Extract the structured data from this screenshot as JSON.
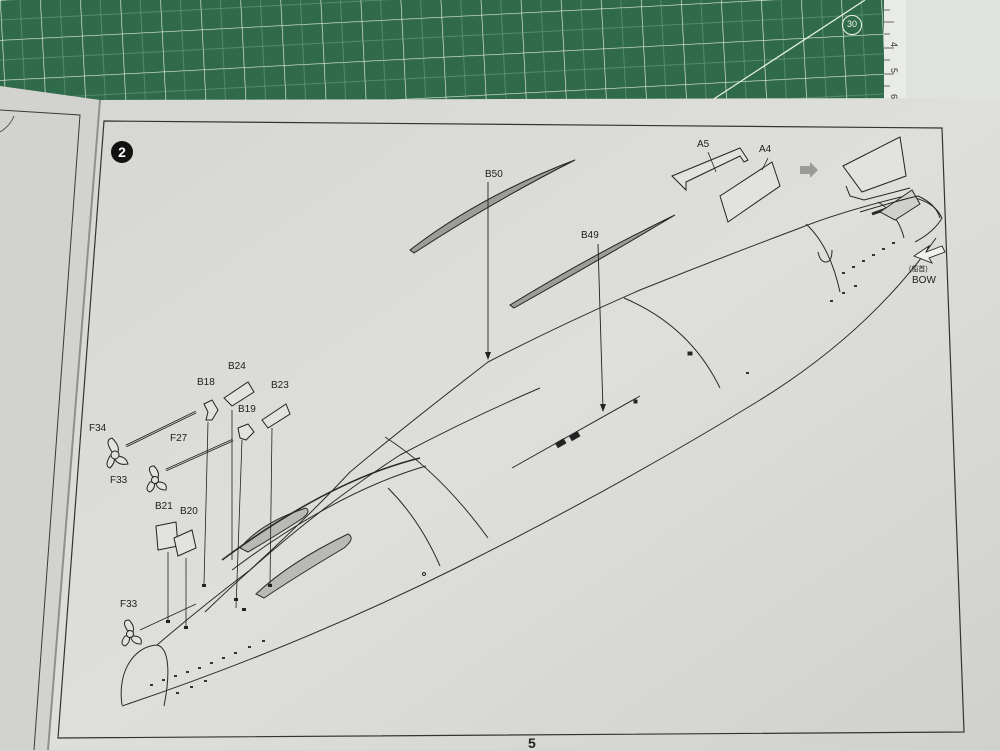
{
  "cutting_mat": {
    "ruler_circle_number": "30",
    "ruler_digits": [
      "4",
      "5",
      "6"
    ]
  },
  "instruction_page": {
    "step_number": "2",
    "page_number": "5"
  },
  "part_labels": {
    "b50": "B50",
    "b49": "B49",
    "a5": "A5",
    "a4": "A4",
    "b24": "B24",
    "b18": "B18",
    "b23": "B23",
    "b19": "B19",
    "f34": "F34",
    "f27": "F27",
    "f33_upper": "F33",
    "b21": "B21",
    "b20": "B20",
    "f33_lower": "F33"
  },
  "bow_marker": {
    "chinese": "(船首)",
    "english": "BOW"
  },
  "colors": {
    "mat_green": "#2f6a4b",
    "grid_line": "#e6ede6",
    "paper": "#d9dad6",
    "ink": "#2a2a2a",
    "step_badge": "#111111"
  }
}
